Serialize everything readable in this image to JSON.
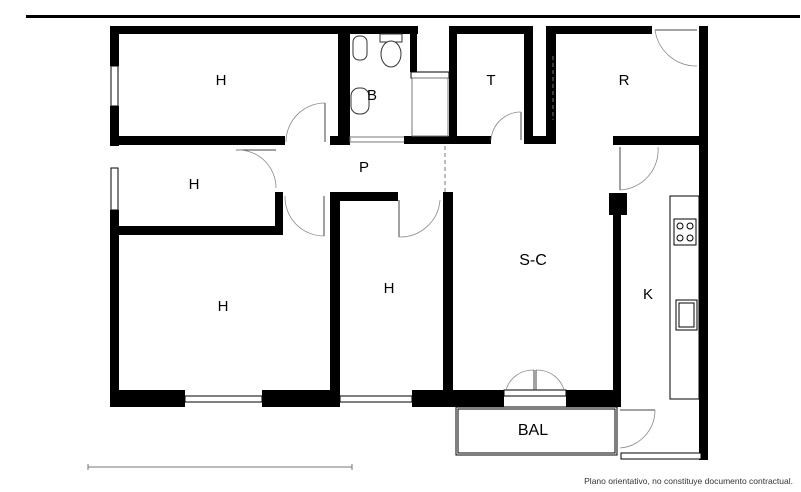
{
  "plan": {
    "rooms": [
      {
        "id": "bedroom-1",
        "label": "H"
      },
      {
        "id": "bathroom",
        "label": "B"
      },
      {
        "id": "toilet",
        "label": "T"
      },
      {
        "id": "storage",
        "label": "R"
      },
      {
        "id": "bedroom-2",
        "label": "H"
      },
      {
        "id": "hallway",
        "label": "P"
      },
      {
        "id": "bedroom-3",
        "label": "H"
      },
      {
        "id": "bedroom-4",
        "label": "H"
      },
      {
        "id": "living-dining",
        "label": "S-C"
      },
      {
        "id": "kitchen",
        "label": "K"
      },
      {
        "id": "balcony",
        "label": "BAL"
      }
    ],
    "disclaimer": "Plano orientativo, no constituye documento contractual."
  }
}
